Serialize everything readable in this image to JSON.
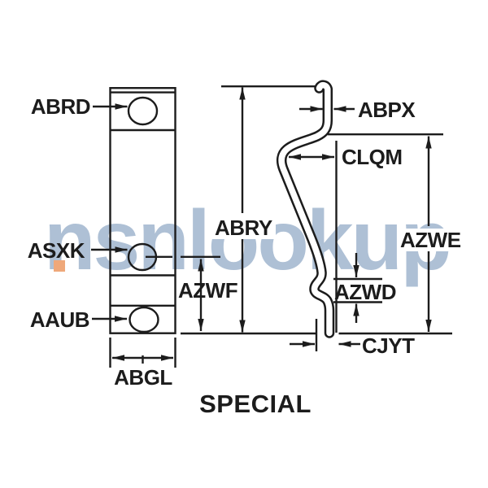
{
  "watermark": {
    "text": "nsnlookup",
    "color": "#aec0d5",
    "dot_color": "#efa87a"
  },
  "caption": "SPECIAL",
  "labels": {
    "abrd": "ABRD",
    "asxk": "ASXK",
    "aaub": "AAUB",
    "abgl": "ABGL",
    "abry": "ABRY",
    "azwf": "AZWF",
    "abpx": "ABPX",
    "clqm": "CLQM",
    "azwd": "AZWD",
    "azwe": "AZWE",
    "cjyt": "CJYT"
  },
  "colors": {
    "line": "#1c1c1c",
    "background": "#ffffff"
  }
}
